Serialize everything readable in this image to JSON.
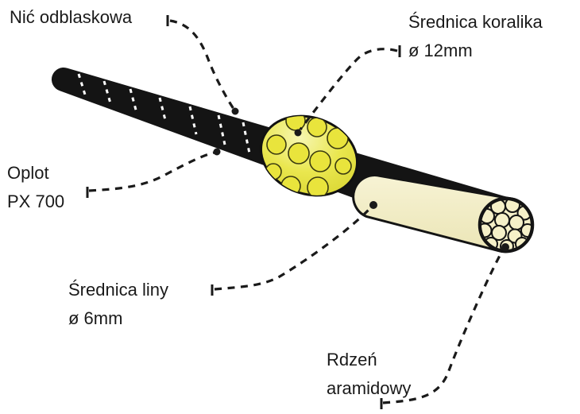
{
  "diagram": {
    "title": "Rope with reflective thread and bead — labeled diagram",
    "language": "pl",
    "labels": {
      "reflective_thread": {
        "line1": "Nić odblaskowa"
      },
      "bead_diameter": {
        "line1": "Średnica koralika",
        "line2": "ø 12mm"
      },
      "braid": {
        "line1": "Oplot",
        "line2": "PX 700"
      },
      "rope_diameter": {
        "line1": "Średnica liny",
        "line2": "ø 6mm"
      },
      "aramid_core": {
        "line1": "Rdzeń",
        "line2": "aramidowy"
      }
    },
    "measurements": {
      "bead_diameter_mm": 12,
      "rope_diameter_mm": 6
    },
    "colors": {
      "background": "#ffffff",
      "braid_black": "#141414",
      "outline": "#111111",
      "reflective_white": "#ffffff",
      "bead_highlight": "#f6f6b2",
      "bead_yellow": "#eae74f",
      "bead_edge": "#d7d32e",
      "dimple_yellow": "#e9e43c",
      "dimple_outline": "#3a3a10",
      "core_cream_light": "#f7f3d4",
      "core_cream_dark": "#ebe5b6",
      "strand_cream": "#f5f0c8",
      "leader": "#1a1a1a",
      "label_text": "#1a1a1a"
    }
  }
}
